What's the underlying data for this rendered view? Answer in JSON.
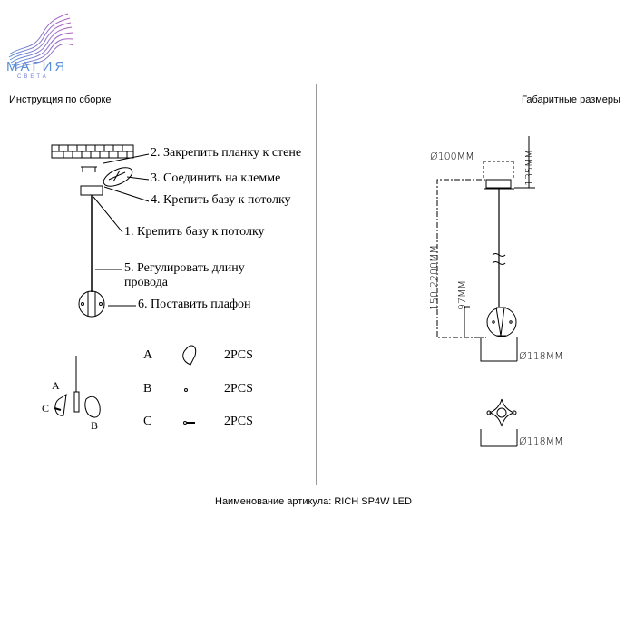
{
  "logo": {
    "name": "МАГИЯ",
    "sub": "СВЕТА",
    "colors": [
      "#5b8fd6",
      "#a25bc6",
      "#6c7fd8"
    ]
  },
  "left": {
    "title": "Инструкция по сборке",
    "steps": [
      "2. Закрепить планку к стене",
      "3. Соединить на клемме",
      "4. Крепить базу к потолку",
      "1. Крепить базу к потолку",
      "5. Регулировать длину",
      "провода",
      "6. Поставить плафон"
    ],
    "parts_diagram_labels": [
      "A",
      "C",
      "B"
    ],
    "parts": [
      {
        "letter": "A",
        "qty": "2PCS"
      },
      {
        "letter": "B",
        "qty": "2PCS"
      },
      {
        "letter": "C",
        "qty": "2PCS"
      }
    ]
  },
  "right": {
    "title": "Габаритные размеры",
    "dims": {
      "base_diameter": "Ø100MM",
      "base_height": "135MM",
      "cable_length": "150-2200MM",
      "shade_height": "97MM",
      "shade_diameter": "Ø118MM",
      "top_diameter": "Ø118MM"
    }
  },
  "footer": "Наименование артикула: RICH SP4W LED"
}
